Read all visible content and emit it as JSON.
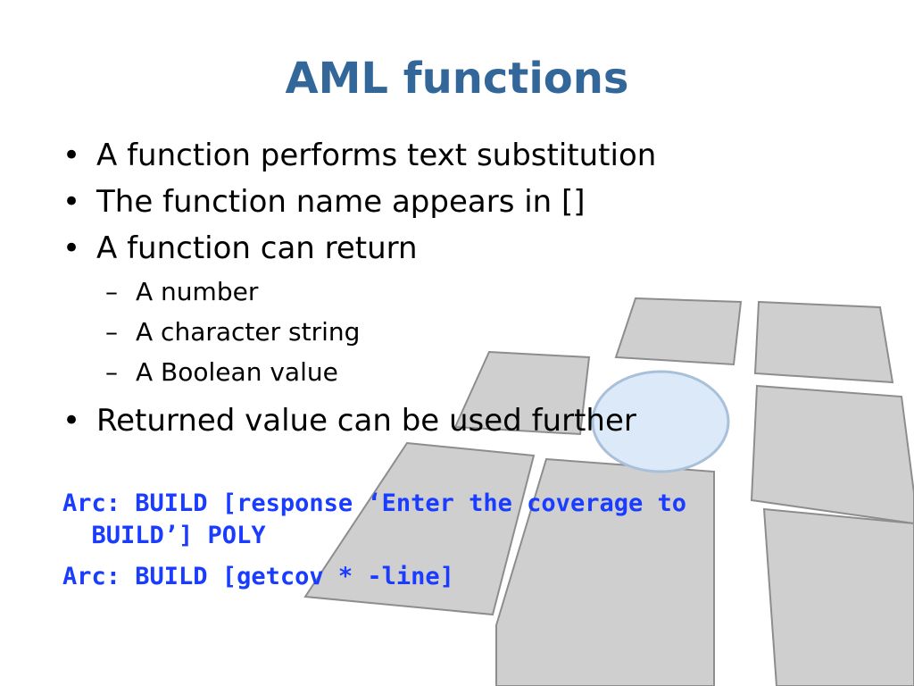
{
  "slide": {
    "title": "AML functions",
    "bullets": [
      {
        "marker": "•",
        "text": "A function performs text substitution"
      },
      {
        "marker": "•",
        "text": "The function name appears in []"
      },
      {
        "marker": "•",
        "text": "A function can return",
        "sub": [
          {
            "marker": "–",
            "text": "A number"
          },
          {
            "marker": "–",
            "text": "A character string"
          },
          {
            "marker": "–",
            "text": "A Boolean value"
          }
        ]
      },
      {
        "marker": "•",
        "text": "Returned value can be used further"
      }
    ],
    "code_lines": [
      "Arc: BUILD [response ‘Enter the coverage to\n  BUILD’] POLY",
      "Arc: BUILD [getcov * -line]"
    ]
  },
  "colors": {
    "title": "#336699",
    "code": "#1a3cff",
    "panel_fill": "#cfcfcf",
    "panel_edge": "#8c8c8c",
    "circle_fill": "#dce9f8",
    "circle_edge": "#9db8d6"
  },
  "background": {
    "icon": "grid-panels-with-circle-graphic"
  }
}
